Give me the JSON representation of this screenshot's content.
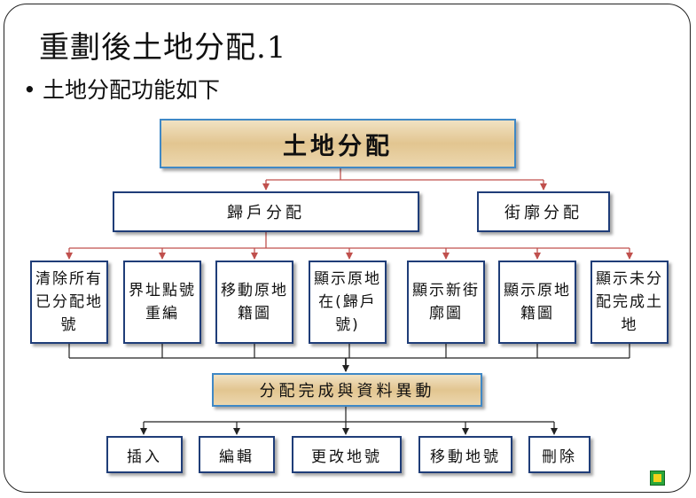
{
  "slide": {
    "title": "重劃後土地分配.1",
    "bullet": "土地分配功能如下"
  },
  "diagram": {
    "root": "土地分配",
    "level1": [
      "歸戶分配",
      "街廓分配"
    ],
    "leaves": [
      "清除所有已分配地號",
      "界址點號重編",
      "移動原地籍圖",
      "顯示原地在(歸戶號)",
      "顯示新街廓圖",
      "顯示原地籍圖",
      "顯示未分配完成土地"
    ],
    "merge": "分配完成與資料異動",
    "actions": [
      "插入",
      "編輯",
      "更改地號",
      "移動地號",
      "刪除"
    ]
  },
  "colors": {
    "arrow_red": "#c0504d",
    "arrow_black": "#222222",
    "box_border": "#1f3d78",
    "tan_border": "#3f88c6"
  },
  "icons": {
    "corner_logo": "logo-icon"
  }
}
